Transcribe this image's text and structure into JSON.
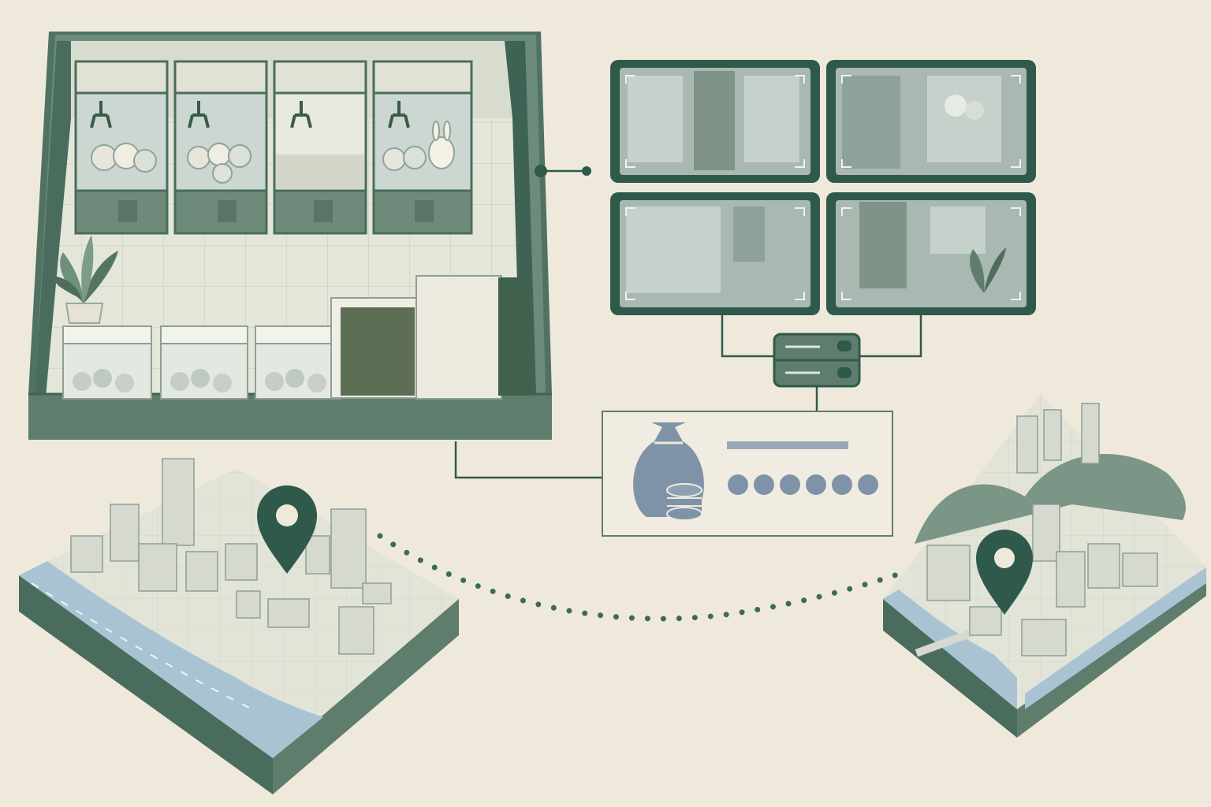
{
  "colors": {
    "background": "#efe9dc",
    "primary_dark_green": "#2f5a4b",
    "wall_green": "#5e7d6c",
    "floor": "#e4e6d9",
    "water_blue": "#a9c3d3",
    "slate_blue_icon": "#7f93a8",
    "monitor_screen": "#a9b8b0"
  },
  "icons": {
    "arcade_room": "isometric-arcade-room-with-claw-machines",
    "monitors": "cctv-monitor-grid",
    "server": "network-switch-icon",
    "money": "money-bag-with-coins-icon",
    "pin": "map-location-pin-icon",
    "city_left": "isometric-city-block-with-river",
    "city_right": "isometric-city-block-with-hills-and-bridge"
  },
  "diagram": {
    "claw_machine_count": 4,
    "showcase_count": 3,
    "monitor_count": 4,
    "password_dot_count": 6,
    "location_pin_count": 2
  }
}
